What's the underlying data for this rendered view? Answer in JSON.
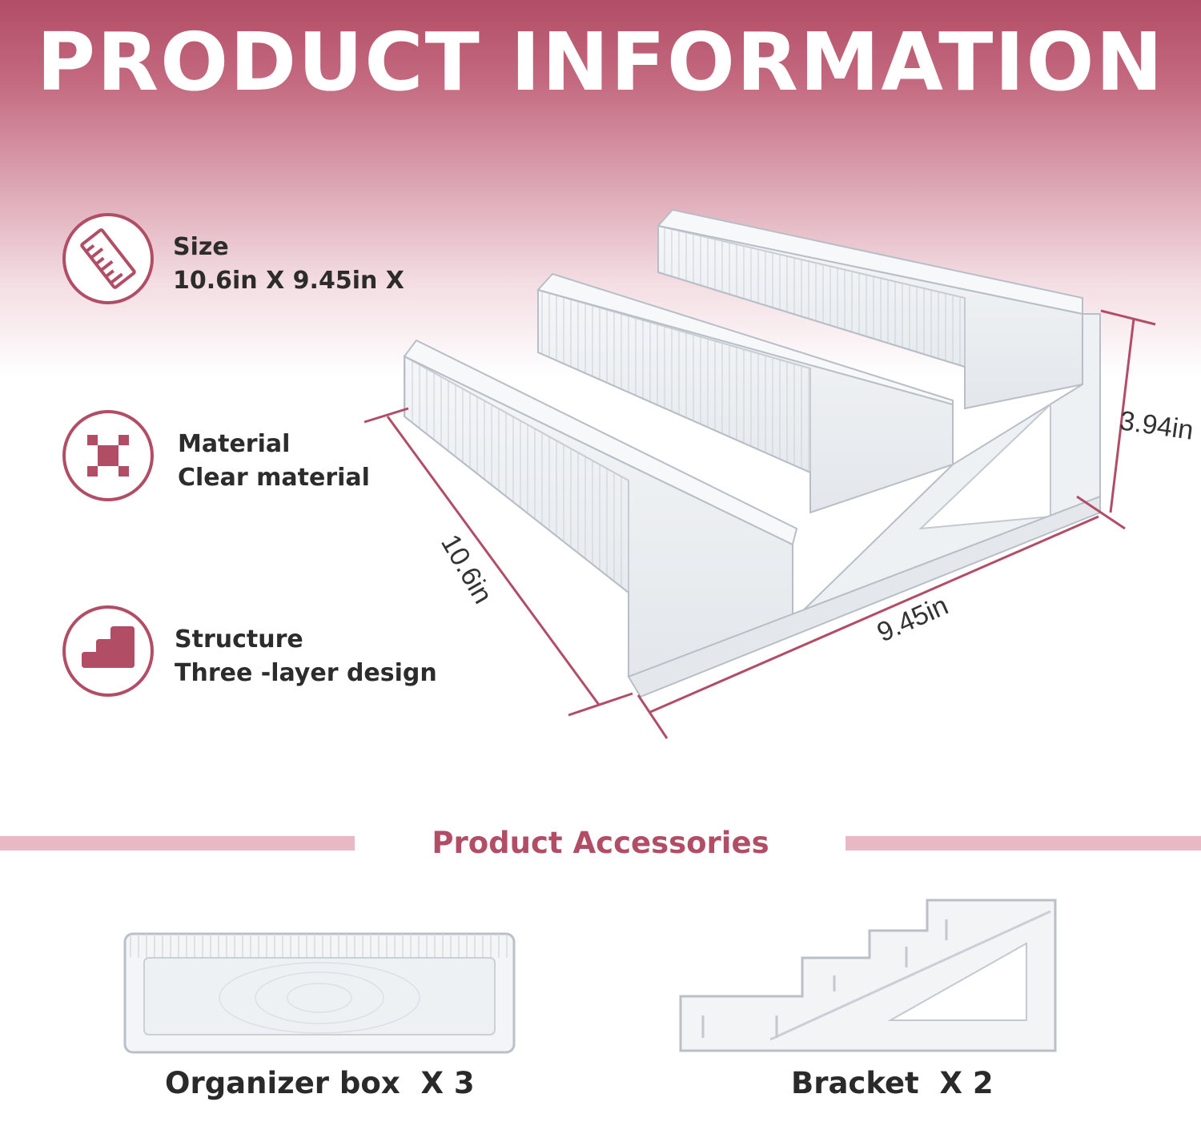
{
  "header": {
    "title": "PRODUCT INFORMATION"
  },
  "features": [
    {
      "icon": "ruler-icon",
      "label": "Size",
      "value": "10.6in X 9.45in X"
    },
    {
      "icon": "checkerboard-icon",
      "label": "Material",
      "value": "Clear material"
    },
    {
      "icon": "stairs-icon",
      "label": "Structure",
      "value": "Three -layer design"
    }
  ],
  "dimensions": {
    "depth": "10.6in",
    "width": "9.45in",
    "height": "3.94in"
  },
  "accessories": {
    "title": "Product Accessories",
    "items": [
      {
        "label": "Organizer box  X 3",
        "icon": "organizer-box-image"
      },
      {
        "label": "Bracket  X 2",
        "icon": "bracket-image"
      }
    ]
  },
  "colors": {
    "accent": "#b24d66",
    "divider": "#e8b9c5",
    "text": "#2c2c2c"
  }
}
